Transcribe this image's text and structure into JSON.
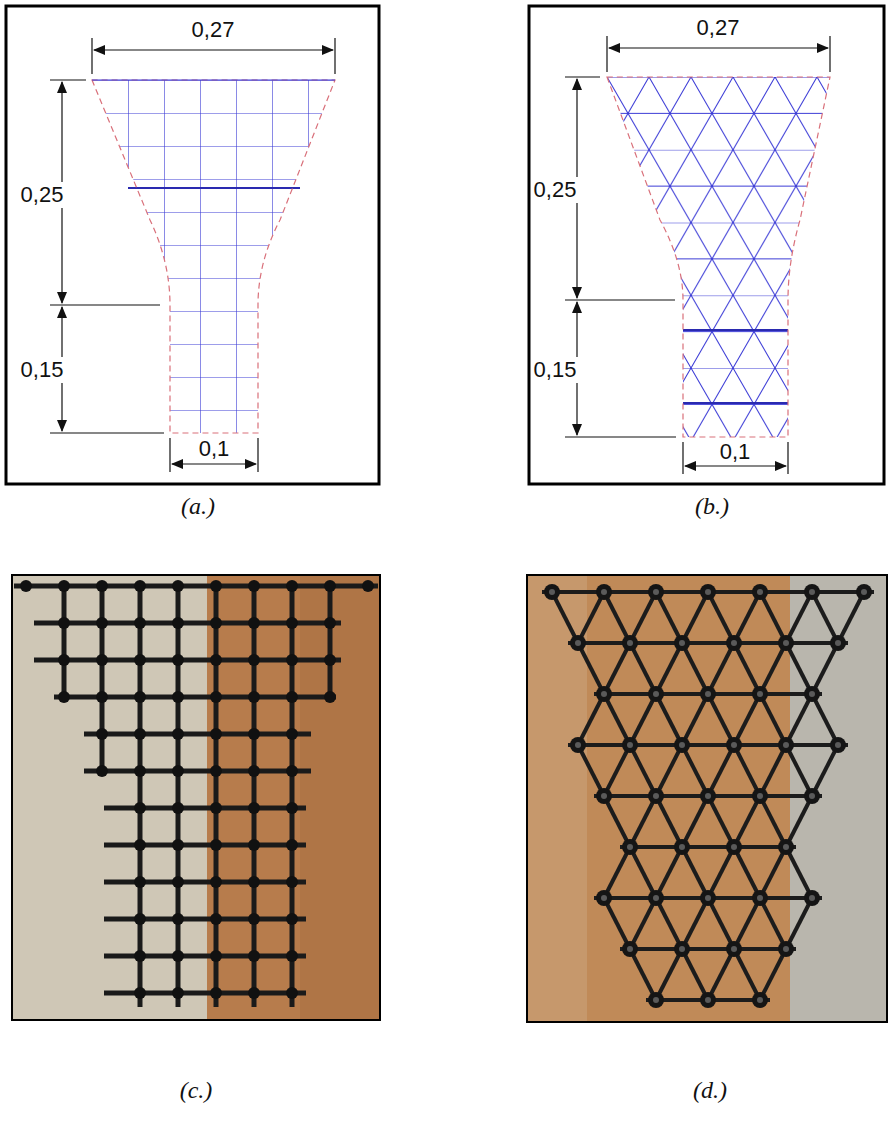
{
  "diagram": {
    "labels": [
      "0,27",
      "0,25",
      "0,15",
      "0,1",
      "(a.)",
      "0,27",
      "0,25",
      "0,15",
      "0,1",
      "(b.)",
      "(c.)",
      "(d.)"
    ]
  }
}
